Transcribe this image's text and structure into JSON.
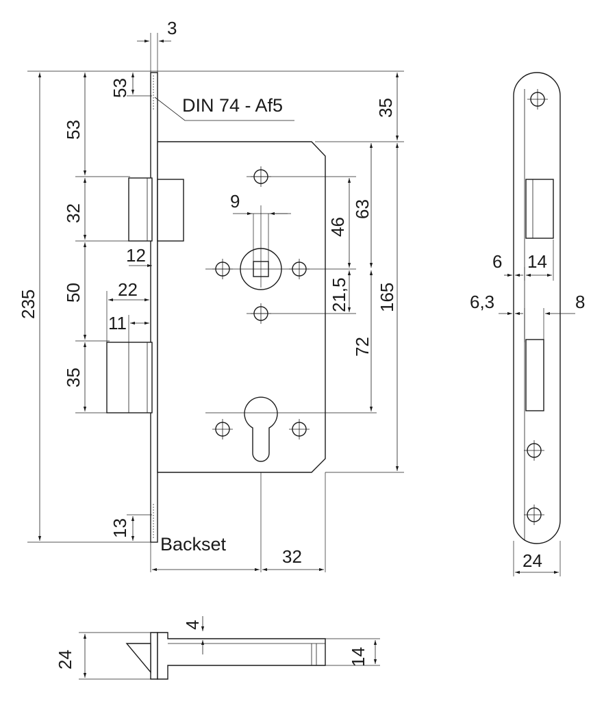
{
  "labels": {
    "spec": "DIN 74 - Af5",
    "backset": "Backset"
  },
  "dimensions": {
    "forend_thickness": "3",
    "top_screw_offset": "53",
    "top_to_latch": "53",
    "latch_height": "32",
    "latch_projection": "12",
    "latch_to_bolt": "50",
    "bolt_throw": "22",
    "bolt_width": "11",
    "bolt_height": "35",
    "overall_height": "235",
    "bottom_screw_offset": "13",
    "top_to_case": "35",
    "spindle_square": "9",
    "spindle_screw_spacing": "46",
    "case_top_to_spindle": "63",
    "spindle_to_lower_screw": "21,5",
    "case_height": "165",
    "spindle_to_cylinder": "72",
    "backset_value": "32",
    "strike_6": "6",
    "strike_14": "14",
    "strike_6_3": "6,3",
    "strike_8": "8",
    "strike_width": "24",
    "side_depth": "24",
    "side_4": "4",
    "side_14": "14"
  }
}
